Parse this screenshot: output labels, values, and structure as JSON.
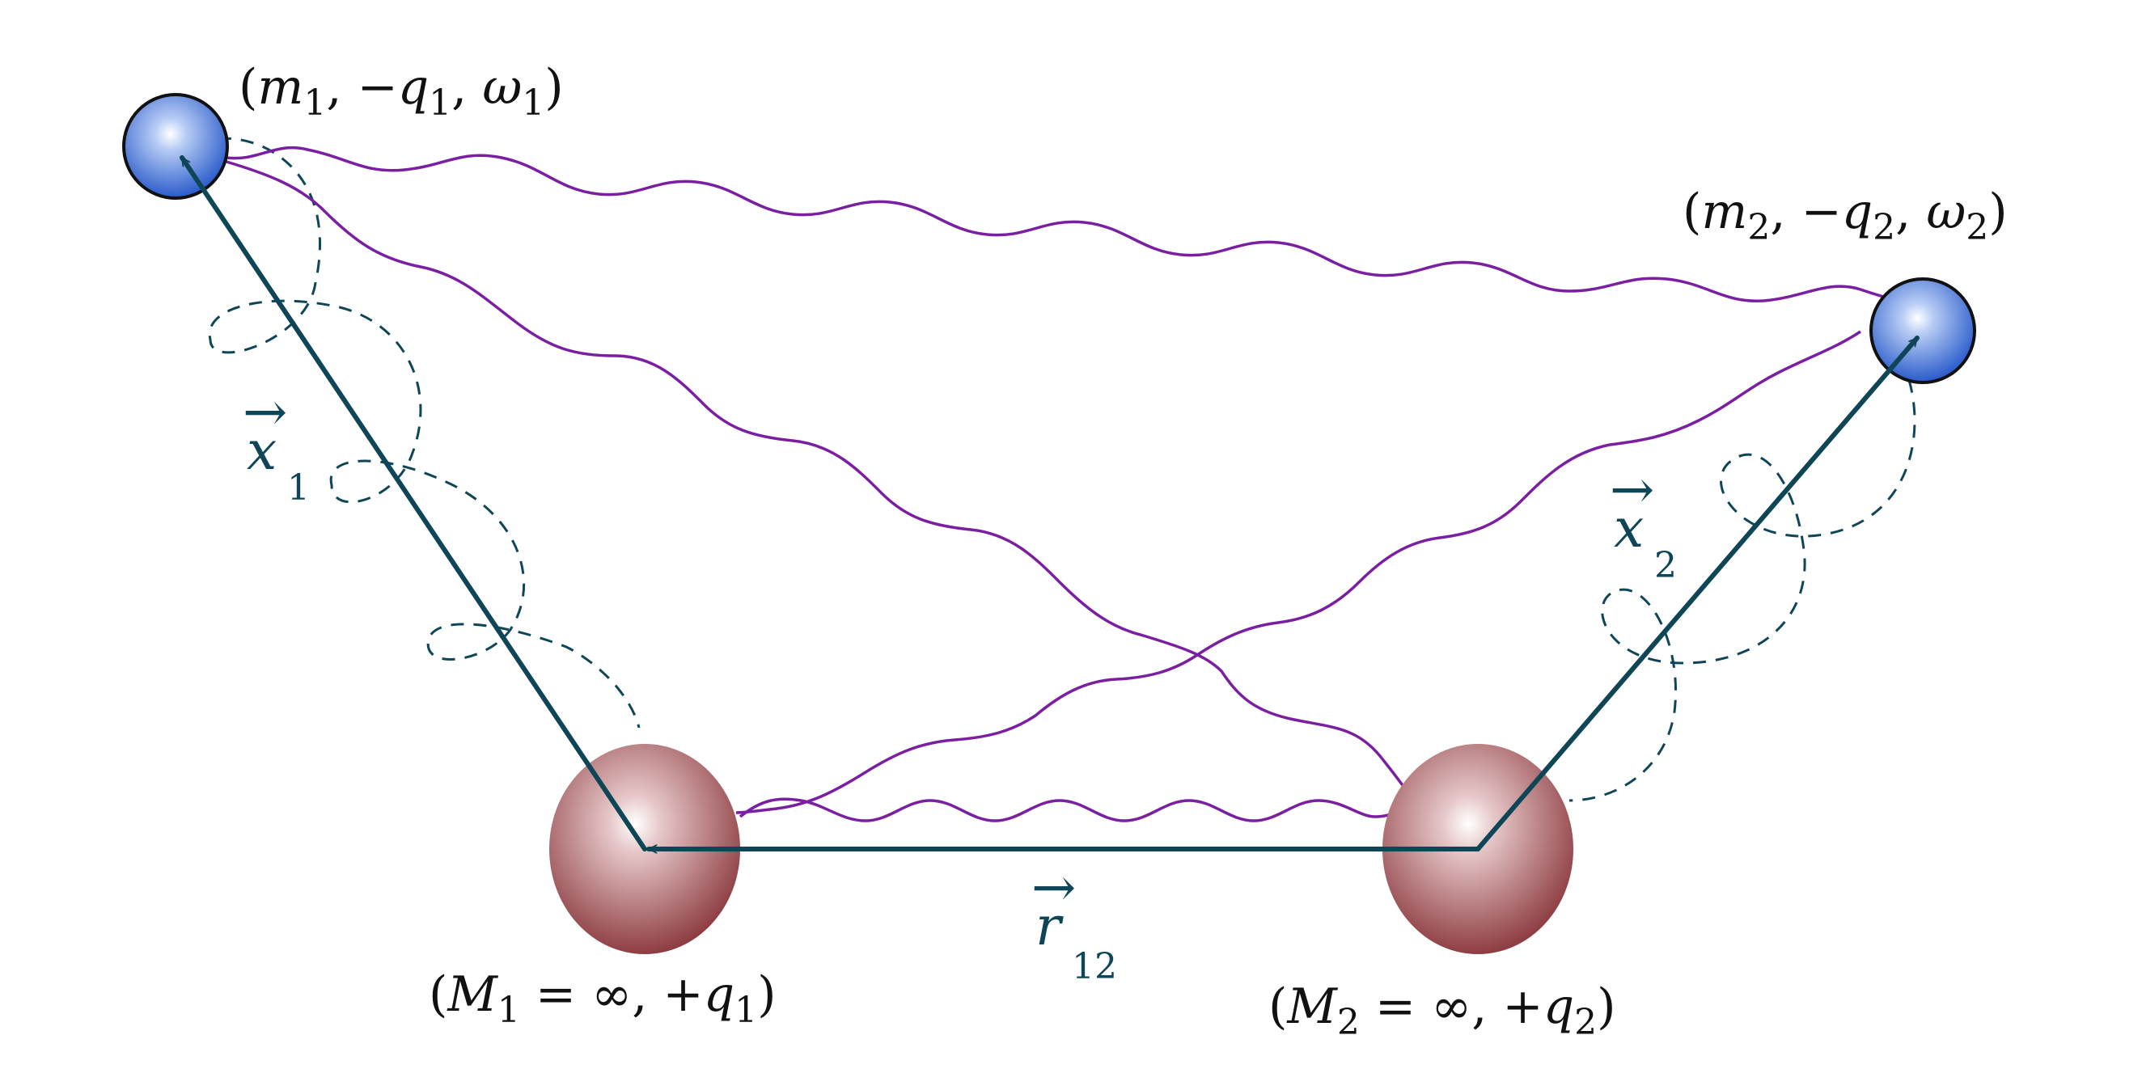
{
  "colors": {
    "vector": "#0f4657",
    "photon": "#7b1fa2",
    "electron_fill": "#4a78d8",
    "nucleus_fill": "#9c4b4f",
    "outline": "#111111"
  },
  "electron1": {
    "name": "electron-1",
    "label": {
      "open": "(",
      "m": "m",
      "m_sub": "1",
      "sep1": ", −",
      "q": "q",
      "q_sub": "1",
      "sep2": ", ",
      "w": "ω",
      "w_sub": "1",
      "close": ")"
    }
  },
  "electron2": {
    "name": "electron-2",
    "label": {
      "open": "(",
      "m": "m",
      "m_sub": "2",
      "sep1": ", −",
      "q": "q",
      "q_sub": "2",
      "sep2": ", ",
      "w": "ω",
      "w_sub": "2",
      "close": ")"
    }
  },
  "nucleus1": {
    "name": "nucleus-1",
    "label": {
      "open": "(",
      "M": "M",
      "M_sub": "1",
      "eq": " = ∞, +",
      "q": "q",
      "q_sub": "1",
      "close": ")"
    }
  },
  "nucleus2": {
    "name": "nucleus-2",
    "label": {
      "open": "(",
      "M": "M",
      "M_sub": "2",
      "eq": " = ∞, +",
      "q": "q",
      "q_sub": "2",
      "close": ")"
    }
  },
  "vectors": {
    "x1": {
      "arrow": "→",
      "sym": "x",
      "sub": "1"
    },
    "x2": {
      "arrow": "→",
      "sym": "x",
      "sub": "2"
    },
    "r12": {
      "arrow": "→",
      "sym": "r",
      "sub": "12"
    }
  }
}
